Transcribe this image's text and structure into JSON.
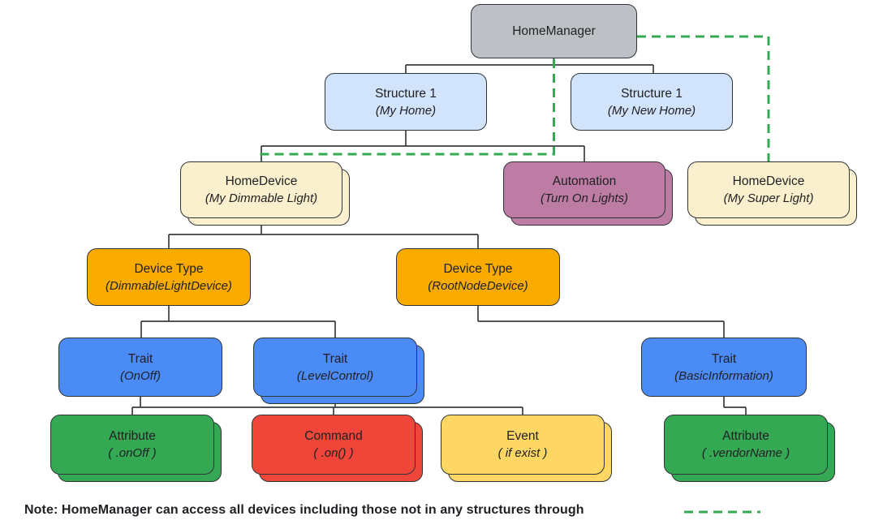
{
  "colors": {
    "home_manager": "#BDC1C6",
    "structure": "#D2E3FC",
    "home_device": "#FBF0CE",
    "automation": "#BD7CA3",
    "device_type": "#F9AB00",
    "trait": "#4B8BF5",
    "attribute": "#34A853",
    "command": "#EF4639",
    "event": "#FDD663",
    "connector_black": "#3A3D40",
    "dashed_green": "#34A853",
    "text": "#202124"
  },
  "nodes": {
    "home_manager": {
      "title": "HomeManager",
      "subtitle": ""
    },
    "structure_my_home": {
      "title": "Structure 1",
      "subtitle": "(My Home)"
    },
    "structure_my_new_home": {
      "title": "Structure 1",
      "subtitle": "(My New Home)"
    },
    "home_device_dimmable": {
      "title": "HomeDevice",
      "subtitle": "(My Dimmable Light)"
    },
    "automation_turn_on_lights": {
      "title": "Automation",
      "subtitle": "(Turn On Lights)"
    },
    "home_device_super": {
      "title": "HomeDevice",
      "subtitle": "(My Super Light)"
    },
    "device_type_dimmable": {
      "title": "Device Type",
      "subtitle": "(DimmableLightDevice)"
    },
    "device_type_rootnode": {
      "title": "Device Type",
      "subtitle": "(RootNodeDevice)"
    },
    "trait_onoff": {
      "title": "Trait",
      "subtitle": "(OnOff)"
    },
    "trait_levelcontrol": {
      "title": "Trait",
      "subtitle": "(LevelControl)"
    },
    "trait_basicinformation": {
      "title": "Trait",
      "subtitle": "(BasicInformation)"
    },
    "attribute_onoff": {
      "title": "Attribute",
      "subtitle": "( .onOff )"
    },
    "command_on": {
      "title": "Command",
      "subtitle": "( .on() )"
    },
    "event_if_exist": {
      "title": "Event",
      "subtitle": "( if exist )"
    },
    "attribute_vendorname": {
      "title": "Attribute",
      "subtitle": "( .vendorName )"
    }
  },
  "note": {
    "text": "Note: HomeManager can access all devices including those not in any structures through"
  }
}
